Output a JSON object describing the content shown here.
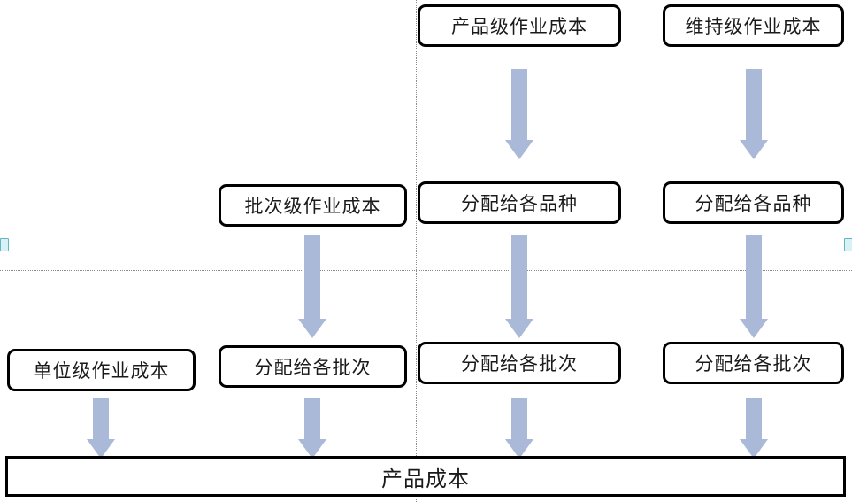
{
  "diagram": {
    "title_bar": {
      "label": "产品成本"
    },
    "nodes": [
      {
        "id": "product-level-cost",
        "label": "产品级作业成本"
      },
      {
        "id": "sustaining-level-cost",
        "label": "维持级作业成本"
      },
      {
        "id": "batch-level-cost",
        "label": "批次级作业成本"
      },
      {
        "id": "allocate-to-variety-mid",
        "label": "分配给各品种"
      },
      {
        "id": "allocate-to-variety-right",
        "label": "分配给各品种"
      },
      {
        "id": "unit-level-cost",
        "label": "单位级作业成本"
      },
      {
        "id": "allocate-to-batch-left",
        "label": "分配给各批次"
      },
      {
        "id": "allocate-to-batch-mid",
        "label": "分配给各批次"
      },
      {
        "id": "allocate-to-batch-right",
        "label": "分配给各批次"
      }
    ],
    "arrows": [
      {
        "id": "arrow-product-to-variety",
        "from": "产品级作业成本",
        "to": "分配给各品种"
      },
      {
        "id": "arrow-sustain-to-variety",
        "from": "维持级作业成本",
        "to": "分配给各品种"
      },
      {
        "id": "arrow-batch-to-batchalloc",
        "from": "批次级作业成本",
        "to": "分配给各批次"
      },
      {
        "id": "arrow-variety-to-batch-mid",
        "from": "分配给各品种",
        "to": "分配给各批次"
      },
      {
        "id": "arrow-variety-to-batch-right",
        "from": "分配给各品种",
        "to": "分配给各批次"
      },
      {
        "id": "arrow-unit-to-productcost",
        "from": "单位级作业成本",
        "to": "产品成本"
      },
      {
        "id": "arrow-batchalloc-left-to-productcost",
        "from": "分配给各批次",
        "to": "产品成本"
      },
      {
        "id": "arrow-batchalloc-mid-to-productcost",
        "from": "分配给各批次",
        "to": "产品成本"
      },
      {
        "id": "arrow-batchalloc-right-to-productcost",
        "from": "分配给各批次",
        "to": "产品成本"
      }
    ],
    "colors": {
      "arrow_fill": "#aab9d8",
      "box_border": "#000000",
      "box_fill": "#ffffff",
      "guide_line": "#8a8a8a",
      "handle_fill": "#d8f1f5",
      "handle_border": "#63b7c4"
    }
  }
}
